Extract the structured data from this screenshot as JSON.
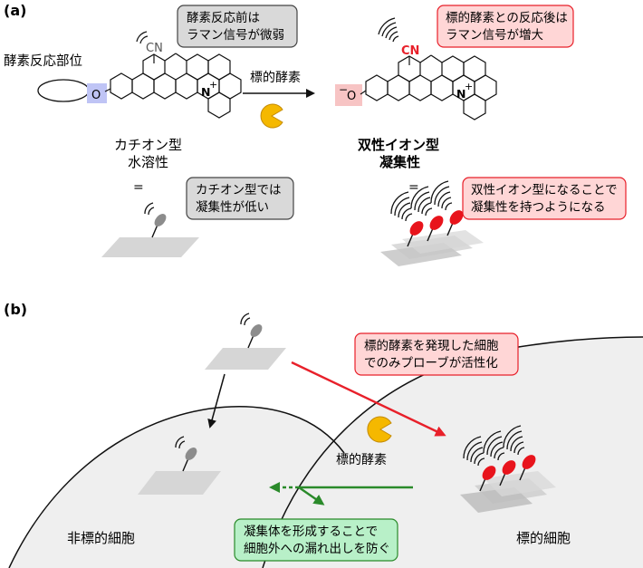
{
  "panel_a": {
    "label": "(a)",
    "site_label": "酵素反応部位",
    "cn": "CN",
    "o": "O",
    "n": "N",
    "plus": "+",
    "minus": "−",
    "enzyme_label": "標的酵素",
    "left_name_1": "カチオン型",
    "left_name_2": "水溶性",
    "right_name_1": "双性イオン型",
    "right_name_2": "凝集性",
    "equals": "=",
    "note_weak": [
      "酵素反応前は",
      "ラマン信号が微弱"
    ],
    "note_strong": [
      "標的酵素との反応後は",
      "ラマン信号が増大"
    ],
    "note_cation": [
      "カチオン型では",
      "凝集性が低い"
    ],
    "note_zwitter": [
      "双性イオン型になることで",
      "凝集性を持つようになる"
    ]
  },
  "panel_b": {
    "label": "(b)",
    "note_activation": [
      "標的酵素を発現した細胞",
      "でのみプローブが活性化"
    ],
    "enzyme_label": "標的酵素",
    "note_aggregate": [
      "凝集体を形成することで",
      "細胞外への漏れ出しを防ぐ"
    ],
    "nontarget_cell": "非標的細胞",
    "target_cell": "標的細胞"
  },
  "colors": {
    "gray_box": "#d9d9d9",
    "red_box": "#ffd6d6",
    "red_border": "#e8202a",
    "green_box": "#b8f0c8",
    "green_arrow": "#2a8a2a",
    "red_arrow": "#e8202a",
    "enzyme": "#f5b800",
    "probe_red": "#e8141c",
    "probe_gray": "#8c8c8c",
    "highlight_blue": "#bfc4f5",
    "highlight_pink": "#f7c4c4",
    "cell_fill": "#efefef"
  }
}
